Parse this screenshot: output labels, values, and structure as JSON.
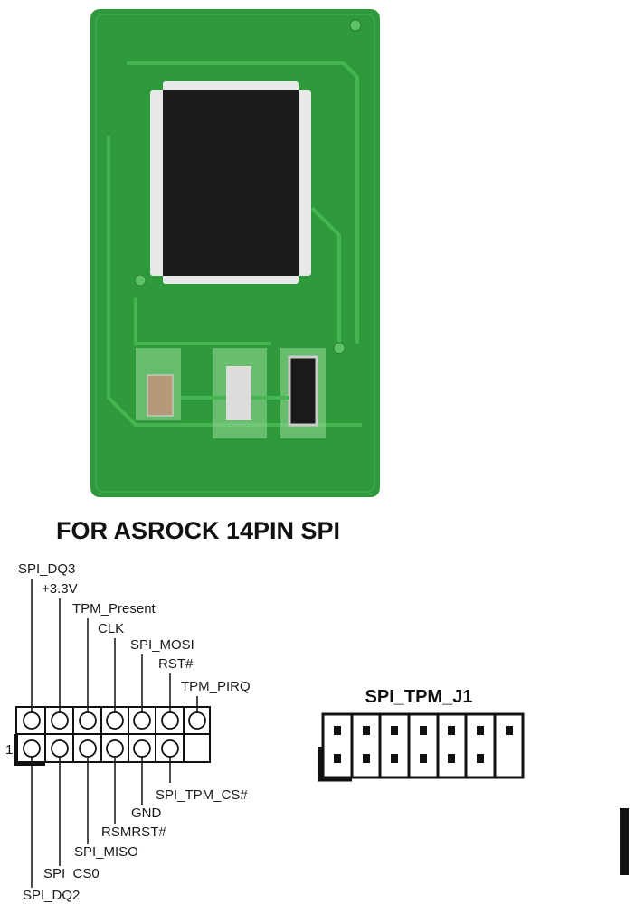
{
  "product_title": "FOR ASROCK 14PIN SPI",
  "pinout": {
    "pin1_marker": "1",
    "top_row": [
      "SPI_DQ3",
      "+3.3V",
      "TPM_Present",
      "CLK",
      "SPI_MOSI",
      "RST#",
      "TPM_PIRQ"
    ],
    "bottom_row": [
      "SPI_DQ2",
      "SPI_CS0",
      "SPI_MISO",
      "RSMRST#",
      "GND",
      "SPI_TPM_CS#"
    ]
  },
  "connector": {
    "title": "SPI_TPM_J1"
  },
  "colors": {
    "pcb_green": "#2f9a3c",
    "pcb_trace": "#3fb04a",
    "chip": "#1c1c1c"
  }
}
